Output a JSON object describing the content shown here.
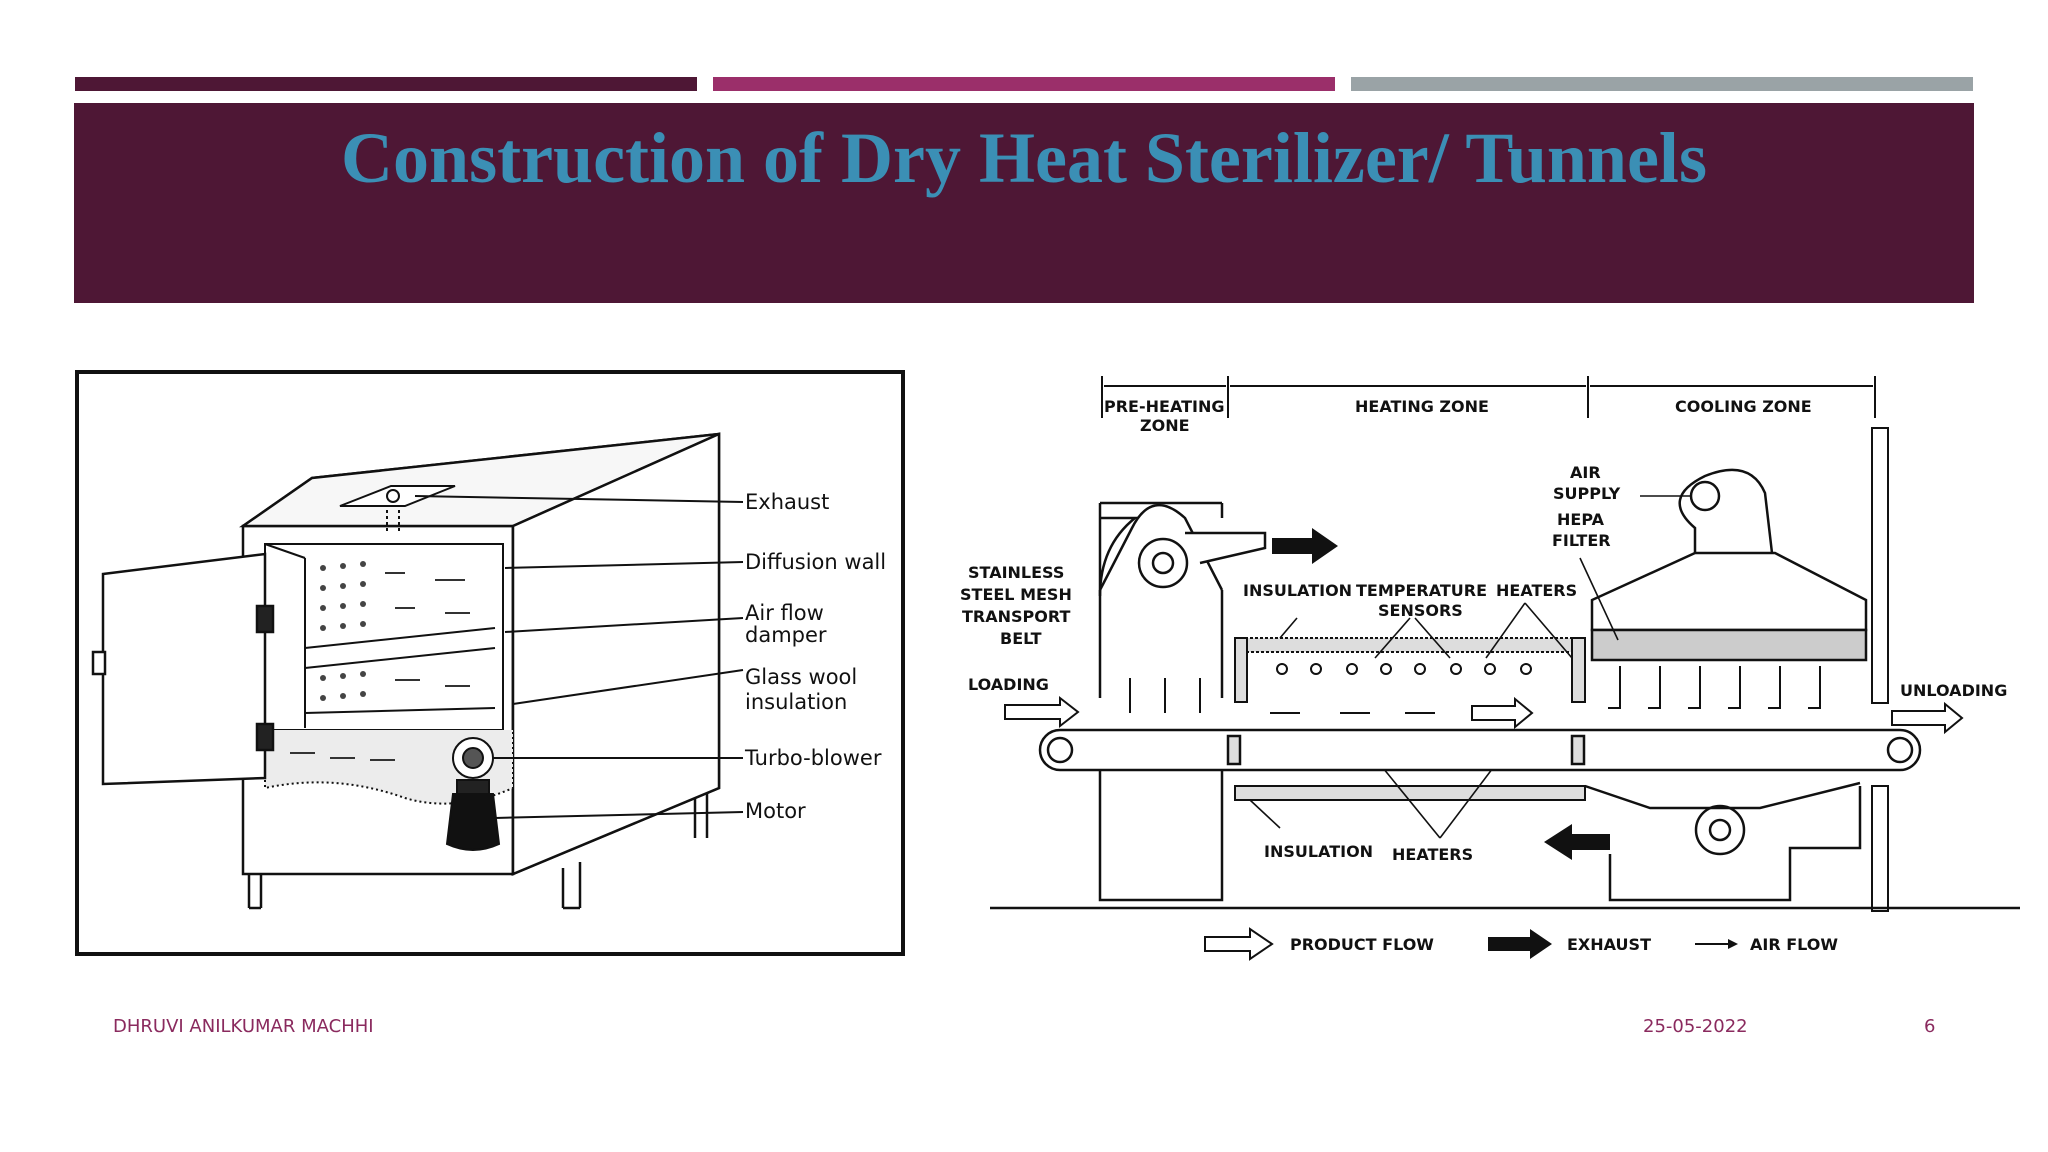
{
  "title": "Construction of Dry Heat Sterilizer/ Tunnels",
  "colors": {
    "accent_dark": "#4e1735",
    "accent_mid": "#9b2f6a",
    "accent_grey": "#9aa3a6",
    "title_text": "#3b8fb5"
  },
  "oven": {
    "labels": {
      "exhaust": "Exhaust",
      "diffusion_wall": "Diffusion wall",
      "air_flow_damper_1": "Air flow",
      "air_flow_damper_2": "damper",
      "glass_wool_1": "Glass wool",
      "glass_wool_2": "insulation",
      "turbo_blower": "Turbo-blower",
      "motor": "Motor"
    }
  },
  "tunnel": {
    "zones": {
      "preheat_1": "PRE-HEATING",
      "preheat_2": "ZONE",
      "heating": "HEATING ZONE",
      "cooling": "COOLING ZONE"
    },
    "labels": {
      "air_supply_1": "AIR",
      "air_supply_2": "SUPPLY",
      "hepa_1": "HEPA",
      "hepa_2": "FILTER",
      "belt_1": "STAINLESS",
      "belt_2": "STEEL MESH",
      "belt_3": "TRANSPORT",
      "belt_4": "BELT",
      "insulation_top": "INSULATION",
      "temp_sensors_1": "TEMPERATURE",
      "temp_sensors_2": "SENSORS",
      "heaters_top": "HEATERS",
      "loading": "LOADING",
      "unloading": "UNLOADING",
      "insulation_bottom": "INSULATION",
      "heaters_bottom": "HEATERS"
    },
    "legend": {
      "product_flow": "PRODUCT FLOW",
      "exhaust": "EXHAUST",
      "air_flow": "AIR FLOW"
    }
  },
  "footer": {
    "author": "DHRUVI ANILKUMAR MACHHI",
    "date": "25-05-2022",
    "page_number": "6"
  }
}
